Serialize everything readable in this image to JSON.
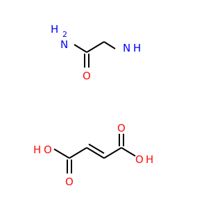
{
  "colors": {
    "background": "#ffffff",
    "bond": "#000000",
    "oxygen": "#ff0d0d",
    "nitrogen": "#0000ff"
  },
  "glycinamide": {
    "amide_nitrogen_label": "H",
    "amide_nitrogen_symbol": "N",
    "amide_nitrogen_h2": "2",
    "amine_hydrogen_label": "H",
    "amine_nitrogen_label": "N",
    "carbonyl_oxygen_label": "O"
  },
  "acid": {
    "left_hydroxyl_h": "H",
    "left_hydroxyl_o": "O",
    "left_carbonyl_o": "O",
    "right_carbonyl_o": "O",
    "right_hydroxyl_o": "O",
    "right_hydroxyl_h": "H"
  }
}
